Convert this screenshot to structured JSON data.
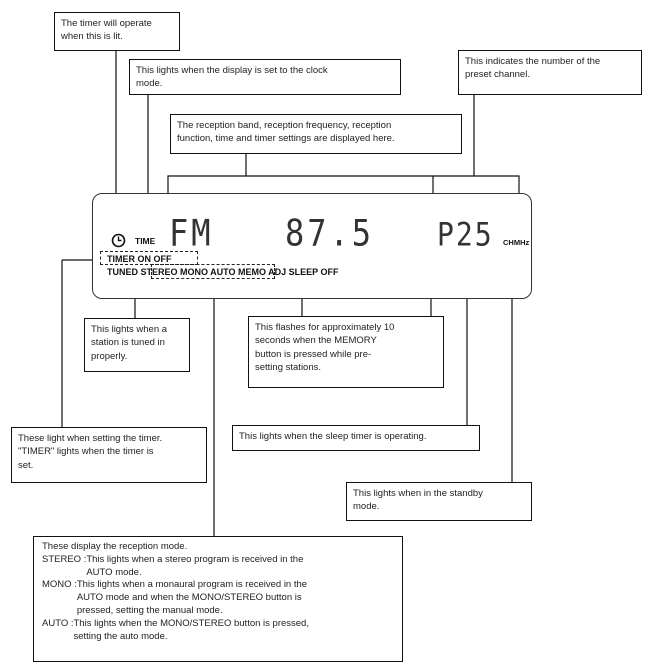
{
  "callouts": {
    "timer_operate": "The timer will operate\nwhen this is lit.",
    "clock_mode": "This lights when the display is set to the clock\nmode.",
    "reception_band": "The reception band, reception frequency, reception\nfunction, time and timer settings are displayed here.",
    "preset_channel": "This indicates the number of the\npreset channel.",
    "tuned": "This lights when a\nstation is tuned in\nproperly.",
    "memory_flash": "This flashes for approximately 10\nseconds when the MEMORY\nbutton is pressed while pre-\nsetting stations.",
    "timer_setting": "These light when setting the timer.\n\"TIMER\" lights when the timer is\nset.",
    "sleep_timer": "This lights when the sleep timer is operating.",
    "standby": "This lights when in the standby\nmode."
  },
  "display": {
    "band": "FM",
    "frequency": "87.5",
    "preset": "P25",
    "channel_unit": "CHMHz",
    "time_label": "TIME",
    "timer_row": "TIMER ON OFF",
    "status_row": "TUNED STEREO MONO AUTO MEMO ADJ SLEEP OFF"
  },
  "reception_modes": {
    "heading": "These display the reception mode.",
    "items": [
      {
        "term": "STEREO : ",
        "desc": "This lights when a stereo program is received in the\nAUTO mode."
      },
      {
        "term": "MONO : ",
        "desc": "This lights when a monaural program is received in the\nAUTO mode and when the MONO/STEREO button is\npressed, setting the manual mode."
      },
      {
        "term": "AUTO : ",
        "desc": "This lights when the MONO/STEREO button is pressed,\nsetting the auto mode."
      }
    ]
  }
}
